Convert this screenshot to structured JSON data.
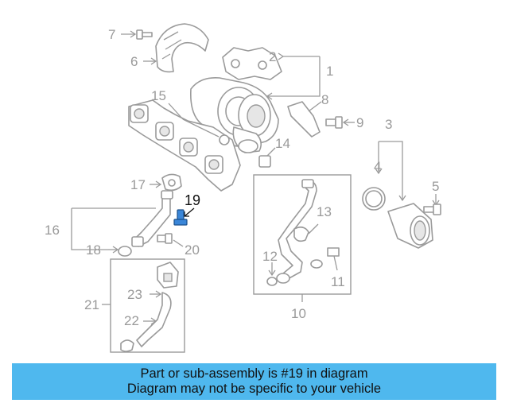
{
  "diagram": {
    "callouts": [
      "1",
      "2",
      "3",
      "4",
      "5",
      "6",
      "7",
      "8",
      "9",
      "10",
      "11",
      "12",
      "13",
      "14",
      "15",
      "16",
      "17",
      "18",
      "19",
      "20",
      "21",
      "22",
      "23"
    ],
    "highlighted_part": "19",
    "colors": {
      "lines": "#9a9a9a",
      "highlight_part": "#3a86d8",
      "highlight_label": "#111111"
    }
  },
  "banner": {
    "line1": "Part or sub-assembly is #19 in diagram",
    "line2": "Diagram may not be specific to your vehicle",
    "background": "#4fb8ee"
  }
}
